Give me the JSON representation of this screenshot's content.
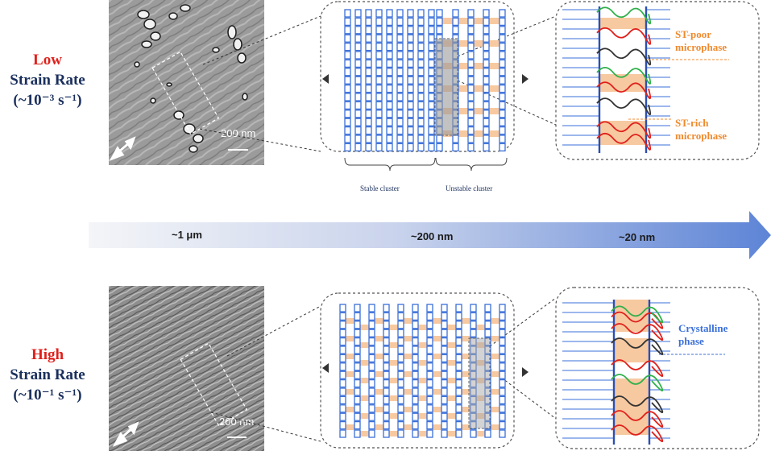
{
  "low": {
    "rate_label": "Low",
    "strain_label": "Strain Rate",
    "rate_value": "(~10⁻³ s⁻¹)",
    "sem_scale": "200 nm",
    "microphase_top": "ST-poor microphase",
    "microphase_bottom": "ST-rich microphase",
    "stable_cluster": "Stable cluster",
    "unstable_cluster": "Unstable cluster"
  },
  "high": {
    "rate_label": "High",
    "strain_label": "Strain Rate",
    "rate_value": "(~10⁻¹ s⁻¹)",
    "sem_scale": "200 nm",
    "phase_label": "Crystalline phase"
  },
  "scale_axis": {
    "labels": [
      "~1 μm",
      "~200 nm",
      "~20 nm"
    ]
  },
  "colors": {
    "low_red": "#e0201b",
    "navy": "#1a2f5c",
    "lamella_blue": "#3a6fd8",
    "bridge_orange": "#f7c9a0",
    "annotation_orange": "#f08a2c",
    "arrow_blue": "#5d84d6"
  }
}
